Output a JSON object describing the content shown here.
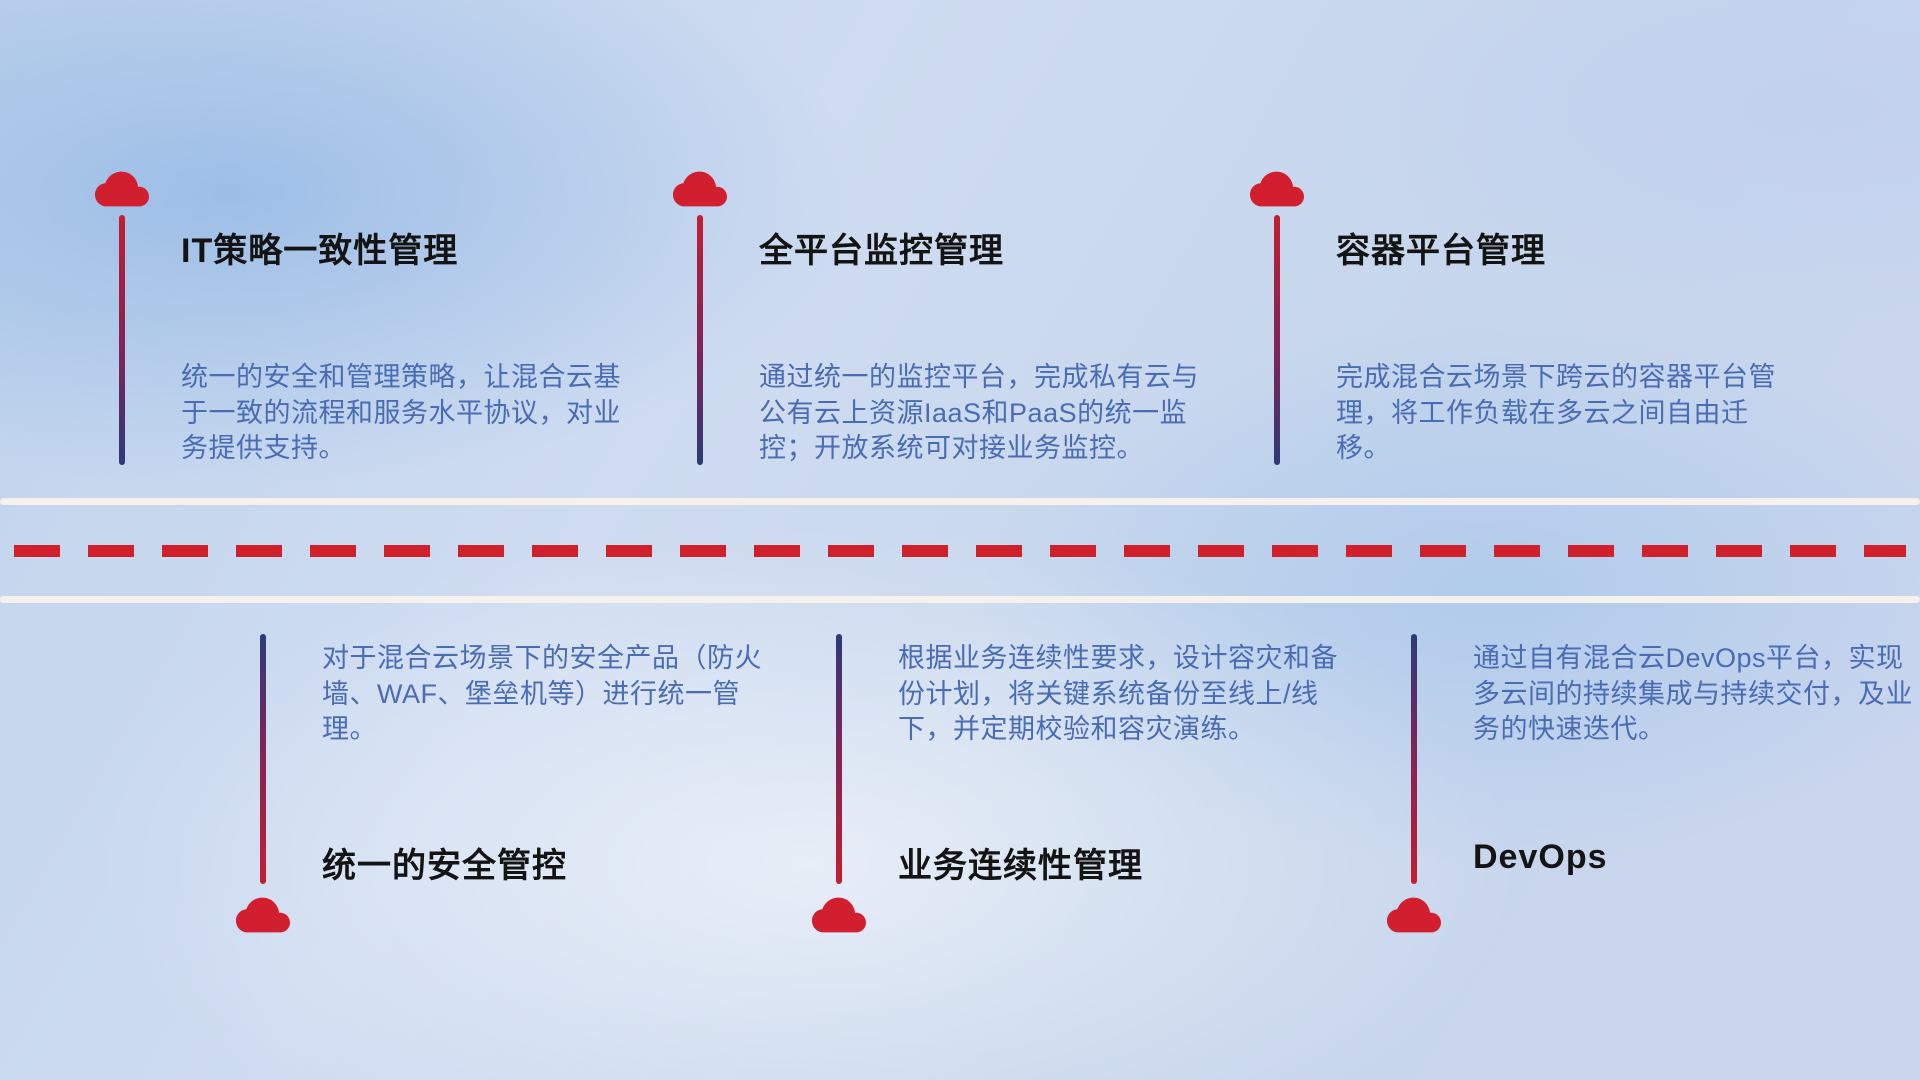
{
  "colors": {
    "cloud_red": "#d21f2f",
    "line_red": "#c41e30",
    "line_navy": "#2c3a78",
    "dash_red": "#d0202c",
    "road_white": "#f6f1ec",
    "title_text": "#141414",
    "desc_text": "#4a6cb3"
  },
  "top_items": [
    {
      "title": "IT策略一致性管理",
      "description": "统一的安全和管理策略，让混合云基于一致的流程和服务水平协议，对业务提供支持。"
    },
    {
      "title": "全平台监控管理",
      "description": "通过统一的监控平台，完成私有云与公有云上资源IaaS和PaaS的统一监控；开放系统可对接业务监控。"
    },
    {
      "title": "容器平台管理",
      "description": "完成混合云场景下跨云的容器平台管理，将工作负载在多云之间自由迁移。"
    }
  ],
  "bottom_items": [
    {
      "title": "统一的安全管控",
      "description": "对于混合云场景下的安全产品（防火墙、WAF、堡垒机等）进行统一管理。"
    },
    {
      "title": "业务连续性管理",
      "description": "根据业务连续性要求，设计容灾和备份计划，将关键系统备份至线上/线下，并定期校验和容灾演练。"
    },
    {
      "title": "DevOps",
      "description": "通过自有混合云DevOps平台，实现多云间的持续集成与持续交付，及业务的快速迭代。"
    }
  ]
}
